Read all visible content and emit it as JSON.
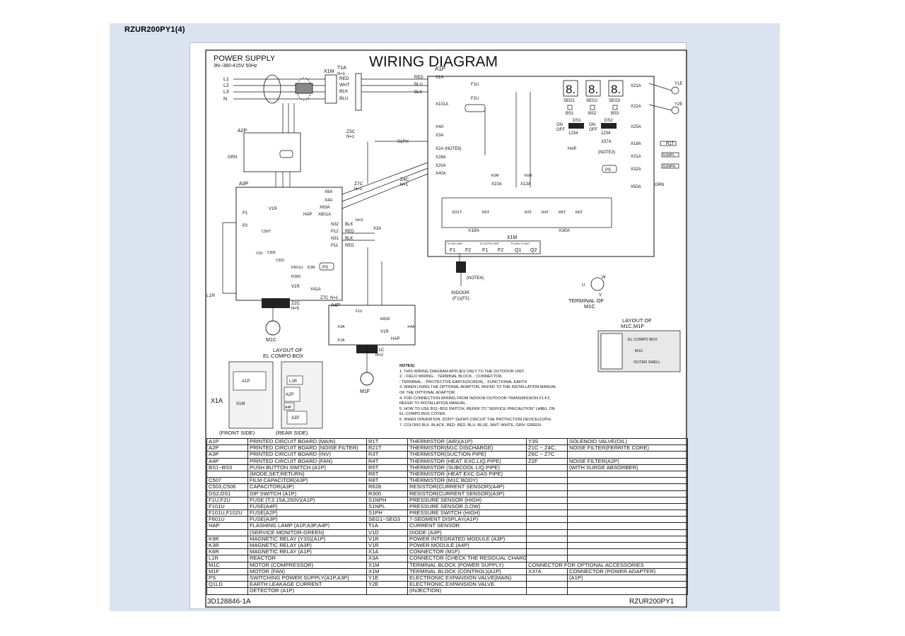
{
  "page_title": "RZUR200PY1(4)",
  "diagram": {
    "title": "WIRING DIAGRAM",
    "power_supply": "POWER SUPPLY",
    "power_spec": "3N~380-415V 50Hz",
    "labels": {
      "x1m": "X1M",
      "t1a": "T1A",
      "t1a_n": "N=1",
      "a1p": "A1P",
      "a2p": "A2P",
      "a3p": "A3P",
      "a4p": "A4P",
      "z3c": "Z3C",
      "z3c_n": "N=1",
      "z4c": "Z4C",
      "z4c_n": "N=1",
      "z7c": "Z7C",
      "z7c_n": "N=1",
      "z2c": "Z2C",
      "z2c_n": "N=5",
      "z1c": "Z1C",
      "z1c_n": "N=2",
      "m1c": "M1C",
      "m1f": "M1F",
      "hap": "HAP",
      "grn": "GRN",
      "l1r": "L1R",
      "f1u": "F1U",
      "f2u": "F2U",
      "s1ph": "S1PH",
      "x2a_note": "X2A (NOTE6)",
      "note4": "(NOTE4)",
      "indoor": "INDOOR",
      "indoor_f": "(F1)(F2)",
      "terminal_m1c": "TERMINAL OF",
      "terminal_m1c2": "M1C",
      "layout_m1c": "LAYOUT OF",
      "layout_m1c2": "M1C,M1F",
      "el_compo_box": "EL COMPO BOX",
      "m1c_lbl": "M1C",
      "outer_shell": "OUTER SHELL",
      "layout_el": "LAYOUT OF",
      "layout_el2": "EL COMPO BOX",
      "front_side": "(FRONT SIDE)",
      "rear_side": "(REAR SIDE)",
      "x1a": "X1A",
      "seg1": "SEG1",
      "seg2": "SEG2",
      "seg3": "SEG3",
      "bs1": "BS1",
      "bs2": "BS2",
      "bs3": "BS3",
      "ds1": "DS1",
      "ds2": "DS2",
      "on": "ON",
      "off": "OFF",
      "ds_num": "1234",
      "x37a": "X37A",
      "note3": "(NOTE3)",
      "x1m_bottom": "X1M",
      "x19a": "X19A",
      "x30a": "X30A",
      "to_ind": "TO IND UNIT",
      "to_out": "TO OUT/D UNIT",
      "to_multi": "TO MULTI UNIT",
      "f1": "F1",
      "f2": "F2",
      "q1": "Q1",
      "q2": "Q2",
      "right_conn": [
        "X21A",
        "X22A",
        "X25A",
        "X18A",
        "X31A",
        "X32A",
        "X50A"
      ],
      "y1e": "Y1E",
      "y2e": "Y2E",
      "r1t": "R1T",
      "s1npl": "S1NPL",
      "s1nph": "S1NPH",
      "ps": "PS",
      "left_conn": [
        "X4A",
        "X3A",
        "X2A",
        "X28A",
        "X20A",
        "X40A"
      ],
      "a3p_conn": [
        "X6A",
        "X4A",
        "X63A",
        "X601A"
      ],
      "x101a": "X101A",
      "x1a_a1p": "X1A",
      "x10a": "X10A",
      "x13a": "X13A",
      "k9r": "K9R",
      "k6r": "K6R",
      "v1r": "V1R",
      "c507": "C507",
      "v1d": "V1D",
      "c506": "C506",
      "c503": "C503",
      "f601u": "F601U",
      "k3r": "K3R",
      "r300": "R300",
      "x41a": "X41A",
      "x3a": "X3A",
      "n3": "N=3",
      "p1": "P1",
      "p2": "P2",
      "n32": "N32",
      "p12": "P12",
      "n31": "N31",
      "p11": "P11",
      "red": "RED",
      "wht": "WHT",
      "blk": "BLK",
      "blu": "BLU",
      "therm": [
        "R21T",
        "R5T",
        "R3T",
        "R4T",
        "R5T",
        "R6T"
      ],
      "r828": "R828",
      "f1u_a4p": "F1U",
      "x4a_a4p": "X4A",
      "x1a_a4p": "X1A",
      "x3a_a4p": "X3A",
      "l1": "L1",
      "l2": "L2",
      "l3": "L3",
      "n": "N"
    }
  },
  "notes": {
    "heading": "NOTES)",
    "lines": [
      "1. THIS WIRING DIAGRAM APPLIES ONLY TO THE OUTDOOR UNIT.",
      "2. : FIELD WIRING, : TERMINAL BLOCK, : CONNECTOR,",
      "   : TERMINAL, : PROTECTIVE EARTH(SCREW), : FUNCTIONAL EARTH",
      "3. WHEN USING THE OPTIONAL ADAPTOR, REFER TO THE INSTALLATION MANUAL",
      "   OF THE OPTIONAL ADAPTOR.",
      "4. FOR CONNECTION WIRING FROM INDOOR-OUTDOOR TRANSMISSION F1-F2,",
      "   REFER TO INSTALLATION MANUAL.",
      "5. HOW TO USE BS1~BS3 SWITCH, REFER TO \"SERVICE PRECAUTION\" LABEL ON",
      "   EL.COMPO.BOX COVER.",
      "6. WHEN OPERATION, DON'T SHORT-CIRCUIT THE PROTECTION DEVICE(S1PH).",
      "7. COLORS BLK: BLACK, RED: RED, BLU: BLUE, WHT: WHITE, GRN: GREEN."
    ]
  },
  "legend": {
    "rows": [
      [
        "A1P",
        "PRINTED CIRCUIT BOARD (MAIN)",
        "R1T",
        "THERMISTOR (AIR)(A1P)",
        "Y3S",
        "SOLENOID VALVE(OIL)"
      ],
      [
        "A2P",
        "PRINTED CIRCUIT BOARD (NOISE FILTER)",
        "R21T",
        "THERMISTOR(M1C DISCHARGE)",
        "Z1C ~ Z4C,",
        "NOISE FILTER(FERRITE CORE)"
      ],
      [
        "A3P",
        "PRINTED CIRCUIT BOARD (INV)",
        "R3T",
        "THERMISTOR(SUCTION PIPE)",
        "Z6C ~ Z7C",
        ""
      ],
      [
        "A4P",
        "PRINTED CIRCUIT BOARD (FAN)",
        "R4T",
        "THERMISTOR (HEAT. EXC.LIQ.PIPE)",
        "Z2F",
        "NOISE FILTER(A2P)"
      ],
      [
        "BS1~BS3",
        "PUSH BUTTON SWITCH (A1P)",
        "R5T",
        "THERMISTOR (SUBCOOL LIQ.PIPE)",
        "",
        "(WITH SURGE ABSORBER)"
      ],
      [
        "",
        "(MODE,SET,RETURN)",
        "R6T",
        "THERMISTOR (HEAT EXC.GAS PIPE)",
        "",
        ""
      ],
      [
        "C507",
        "FILM CAPACITOR(A3P)",
        "R8T",
        "THERMISTOR (M1C BODY)",
        "",
        ""
      ],
      [
        "C503,C506",
        "CAPACITOR(A3P)",
        "R628",
        "RESISTOR(CURRENT SENSOR)(A4P)",
        "",
        ""
      ],
      [
        "DS2,DS1",
        "DIP SWITCH (A1P)",
        "R300",
        "RESISTOR(CURRENT SENSOR)(A3P)",
        "",
        ""
      ],
      [
        "F1U,F2U",
        "FUSE (T,3.15A,250V)(A1P)",
        "S1NPH",
        "PRESSURE SENSOR (HIGH)",
        "",
        ""
      ],
      [
        "F101U",
        "FUSE(A4P)",
        "S1NPL",
        "PRESSURE SENSOR (LOW)",
        "",
        ""
      ],
      [
        "F101U,F102U",
        "FUSE(A2P)",
        "S1PH",
        "PRESSURE SWITCH (HIGH)",
        "",
        ""
      ],
      [
        "F601U",
        "FUSE(A3P)",
        "SEG1~SEG3",
        "7-SEGMENT DISPLAY(A1P)",
        "",
        ""
      ],
      [
        "HAP",
        "FLASHING LAMP (A1P,A3P,A4P)",
        "T1A",
        "CURRENT SENSOR",
        "",
        ""
      ],
      [
        "",
        "(SERVICE MONITOR-GREEN)",
        "V1D",
        "DIODE (A3P)",
        "",
        ""
      ],
      [
        "K9R",
        "MAGNETIC RELAY (Y3S)(A1P)",
        "V1R",
        "POWER INTEGRATED MODULE (A3P)",
        "",
        ""
      ],
      [
        "K3R",
        "MAGNETIC RELAY (A3P)",
        "V1R",
        "POWER MODULE (A4P)",
        "",
        ""
      ],
      [
        "K6R",
        "MAGNETIC RELAY (A1P)",
        "X1A",
        "CONNECTOR (M1F)",
        "",
        ""
      ],
      [
        "L1R",
        "REACTOR",
        "X3A",
        "CONNECTOR (CHECK THE RESIDUAL CHARGE)",
        "",
        ""
      ],
      [
        "M1C",
        "MOTOR (COMPRESSOR)",
        "X1M",
        "TERMINAL BLOCK (POWER SUPPLY)",
        "CONNECTOR FOR OPTIONAL ACCESSORIES",
        ""
      ],
      [
        "M1F",
        "MOTOR (FAN)",
        "X1M",
        "TERMINAL BLOCK (CONTROL)(A1P)",
        "X37A",
        "CONNECTOR (POWER ADAPTER)"
      ],
      [
        "PS",
        "SWITCHING POWER SUPPLY(A1P,A3P)",
        "Y1E",
        "ELECTRONIC EXPANSION VALVE(MAIN)",
        "",
        "(A1P)"
      ],
      [
        "Q1LD",
        "EARTH LEAKAGE CURRENT",
        "Y2E",
        "ELECTRONIC EXPANSION VALVE",
        "",
        ""
      ],
      [
        "",
        "DETECTOR (A1P)",
        "",
        "(INJECTION)",
        "",
        ""
      ]
    ]
  },
  "footer": {
    "doc_code": "3D128846-1A",
    "model": "RZUR200PY1"
  }
}
